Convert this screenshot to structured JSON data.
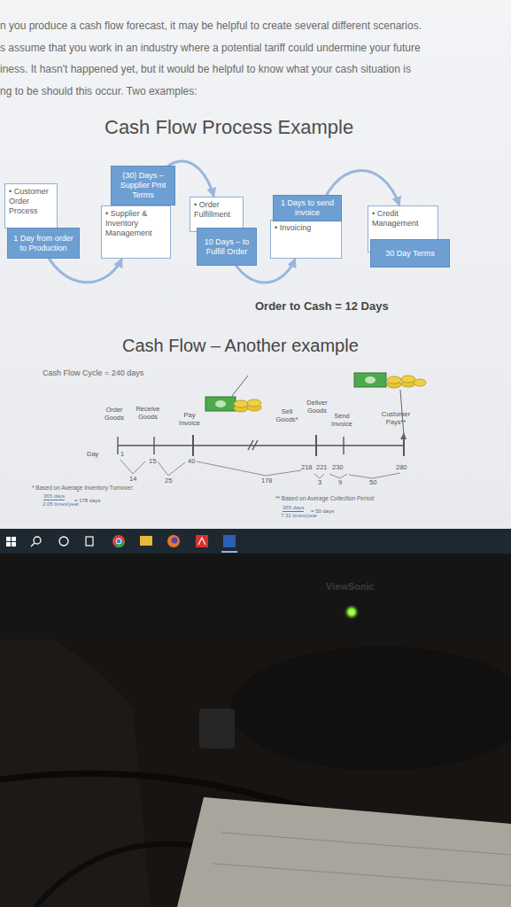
{
  "diagram": {
    "title": "Cash Flow Process Example",
    "nodes": [
      {
        "text": [
          "• Customer Order Process"
        ]
      },
      {
        "text": [
          "1 Day from order to Production"
        ]
      },
      {
        "text": [
          "(30) Days – Supplier Pmt Terms"
        ]
      },
      {
        "text": [
          "• Supplier & Inventory Management"
        ]
      },
      {
        "text": [
          "• Order Fulfillment"
        ]
      },
      {
        "text": [
          "10 Days – to Fulfill Order"
        ]
      },
      {
        "text": [
          "1 Days to send invoice"
        ]
      },
      {
        "text": [
          "• Invoicing"
        ]
      },
      {
        "text": [
          "• Credit Management"
        ]
      },
      {
        "text": [
          "30 Day Terms"
        ]
      }
    ],
    "edges": [
      {
        "from": 0,
        "to": 3,
        "arrow": "to"
      },
      {
        "from": 3,
        "to": 4,
        "arrow": "to"
      },
      {
        "from": 4,
        "to": 7,
        "arrow": "to"
      },
      {
        "from": 7,
        "to": 8,
        "arrow": "to"
      }
    ],
    "labels": [
      "n you produce a cash flow forecast, it may be helpful to create several different scenarios.",
      "s assume that you work in an industry where a potential tariff could undermine your future",
      "iness. It hasn't happened yet, but it would be helpful to know what your cash situation is",
      "ng to be should this occur. Two examples:",
      "Order to Cash = 12 Days",
      "Cash Flow – Another example",
      "Cash Flow Cycle = 240 days",
      "Order Goods",
      "Receive Goods",
      "Pay Invoice",
      "Sell Goods*",
      "Deliver Goods",
      "Send Invoice",
      "Customer Pays**",
      "Day",
      "1",
      "15",
      "40",
      "218",
      "221",
      "230",
      "280",
      "14",
      "25",
      "178",
      "3",
      "9",
      "50",
      "* Based on Average Inventory Turnover:",
      "365 days",
      "2.05 times/year",
      "= 178 days",
      "** Based on Average Collection Period:",
      "365 days",
      "7.31 times/year",
      "= 50 days",
      "ViewSonic"
    ]
  }
}
